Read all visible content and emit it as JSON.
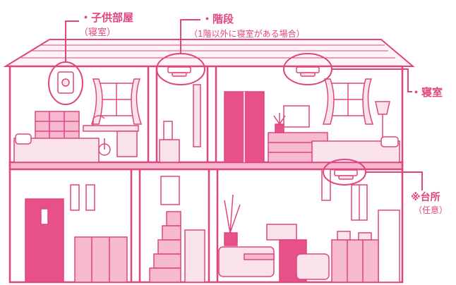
{
  "callouts": {
    "kids_room_title": "・子供部屋",
    "kids_room_sub": "（寝室）",
    "stairs_title": "・階段",
    "stairs_sub": "（1階以外に寝室がある場合）",
    "bedroom": "・寝室",
    "kitchen_title": "※台所",
    "kitchen_sub": "（任意）"
  },
  "colors": {
    "line": "#e0457f",
    "fill_light": "#fbe3ec",
    "fill_mid": "#f6b9cf",
    "fill_dark": "#e8508a",
    "wall": "#fff5f8"
  },
  "icons": [
    "smoke-detector-icon",
    "wall-detector-icon"
  ],
  "detector_count": 4
}
